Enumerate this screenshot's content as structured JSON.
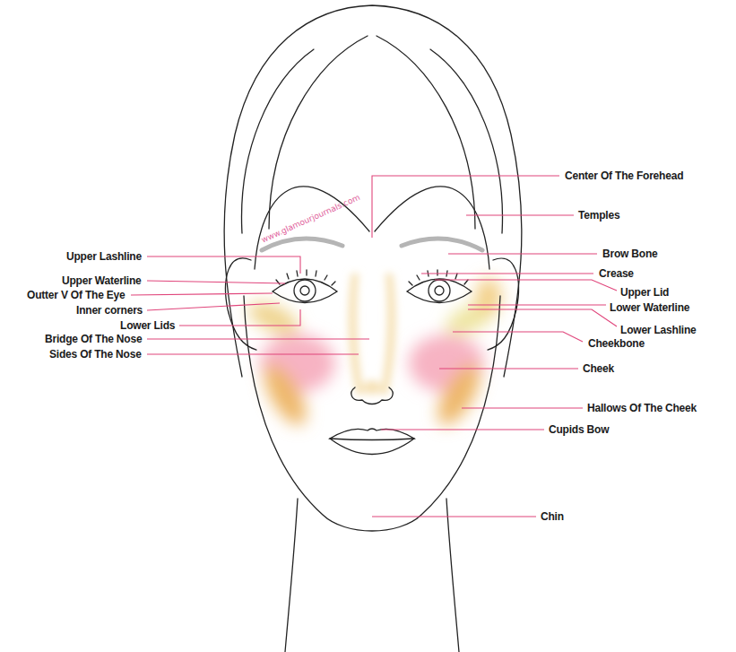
{
  "diagram": {
    "labels": [
      "Center Of The Forehead",
      "Temples",
      "Upper Lashline",
      "Brow Bone",
      "Crease",
      "Upper Waterline",
      "Upper Lid",
      "Outter V Of The Eye",
      "Lower Waterline",
      "Inner corners",
      "Lower Lids",
      "Lower Lashline",
      "Bridge Of The Nose",
      "Cheekbone",
      "Sides Of The Nose",
      "Cheek",
      "Hallows Of The Cheek",
      "Cupids Bow",
      "Chin",
      "www.glamourjournals.com"
    ]
  }
}
